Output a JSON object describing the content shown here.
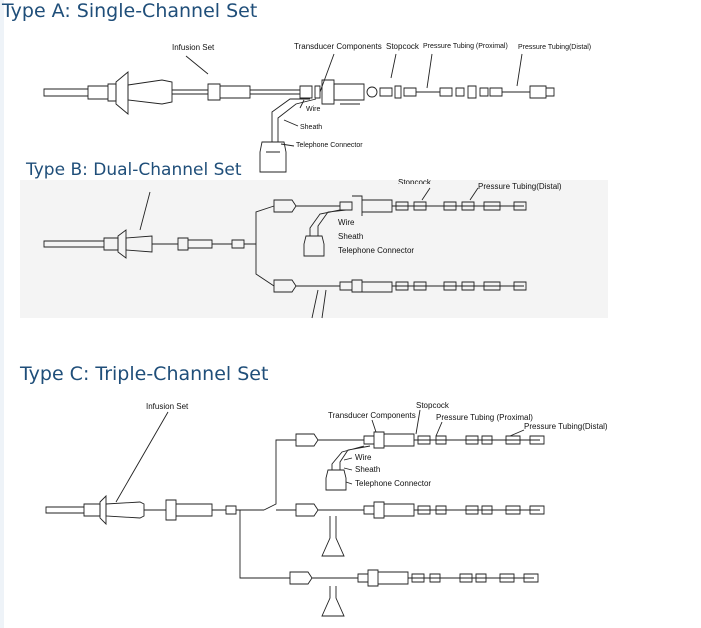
{
  "sections": {
    "type_a": {
      "title": "Type A: Single-Channel Set",
      "labels": {
        "infusion_set": "Infusion Set",
        "transducer_components": "Transducer Components",
        "stopcock": "Stopcock",
        "pressure_tubing_proximal": "Pressure Tubing (Proximal)",
        "pressure_tubing_distal": "Pressure Tubing(Distal)",
        "wire": "Wire",
        "sheath": "Sheath",
        "telephone_connector": "Telephone Connector"
      }
    },
    "type_b": {
      "title": "Type B: Dual-Channel Set",
      "labels": {
        "stopcock": "Stopcock",
        "pressure_tubing_distal": "Pressure Tubing(Distal)",
        "wire": "Wire",
        "sheath": "Sheath",
        "telephone_connector": "Telephone Connector"
      }
    },
    "type_c": {
      "title": "Type C: Triple-Channel Set",
      "labels": {
        "infusion_set": "Infusion Set",
        "stopcock": "Stopcock",
        "transducer_components": "Transducer Components",
        "pressure_tubing_proximal": "Pressure Tubing (Proximal)",
        "pressure_tubing_distal": "Pressure Tubing(Distal)",
        "wire": "Wire",
        "sheath": "Sheath",
        "telephone_connector": "Telephone Connector"
      }
    }
  }
}
